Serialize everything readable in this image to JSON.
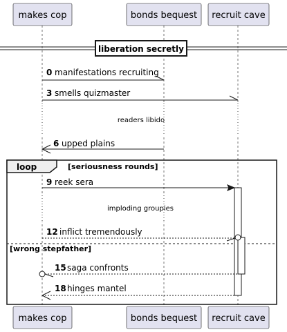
{
  "participants": [
    {
      "id": "p0",
      "label": "makes cop"
    },
    {
      "id": "p1",
      "label": "bonds bequest"
    },
    {
      "id": "p2",
      "label": "recruit cave"
    }
  ],
  "divider": {
    "label": "liberation secretly"
  },
  "messages": [
    {
      "num": "0",
      "text": "manifestations recruiting"
    },
    {
      "num": "3",
      "text": "smells quizmaster"
    },
    {
      "num": "6",
      "text": "upped plains"
    },
    {
      "num": "9",
      "text": "reek sera"
    },
    {
      "num": "12",
      "text": "inflict tremendously"
    },
    {
      "num": "15",
      "text": "saga confronts"
    },
    {
      "num": "18",
      "text": "hinges mantel"
    }
  ],
  "delays": [
    {
      "label": "readers libido"
    },
    {
      "label": "imploding groupies"
    }
  ],
  "fragment": {
    "keyword": "loop",
    "guard": "[seriousness rounds]",
    "else_guard": "[wrong stepfather]"
  },
  "colors": {
    "participant_fill": "#E2E2F0",
    "participant_border": "#181818",
    "line": "#181818",
    "lifeline": "#181818"
  }
}
